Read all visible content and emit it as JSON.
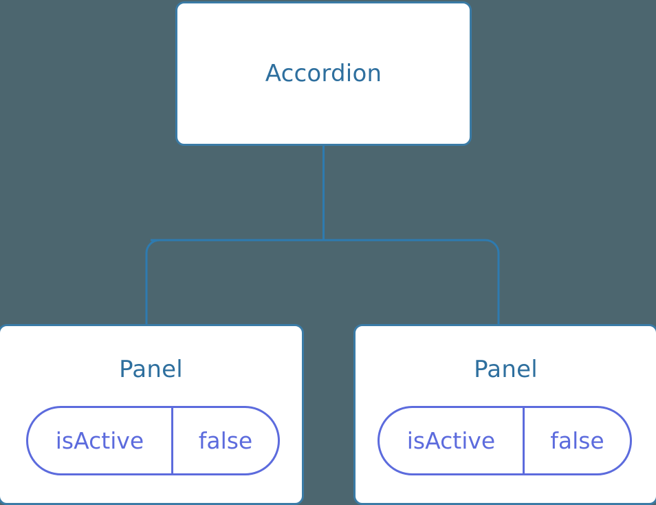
{
  "diagram": {
    "type": "component-tree",
    "background_color": "#4c666f",
    "node_border_color": "#3a7ba6",
    "node_title_color": "#2e6f9e",
    "prop_accent_color": "#5c6bdd",
    "connector_color": "#2e7bb0",
    "root": {
      "title": "Accordion"
    },
    "children": [
      {
        "title": "Panel",
        "prop": {
          "key": "isActive",
          "value": "false"
        }
      },
      {
        "title": "Panel",
        "prop": {
          "key": "isActive",
          "value": "false"
        }
      }
    ]
  }
}
